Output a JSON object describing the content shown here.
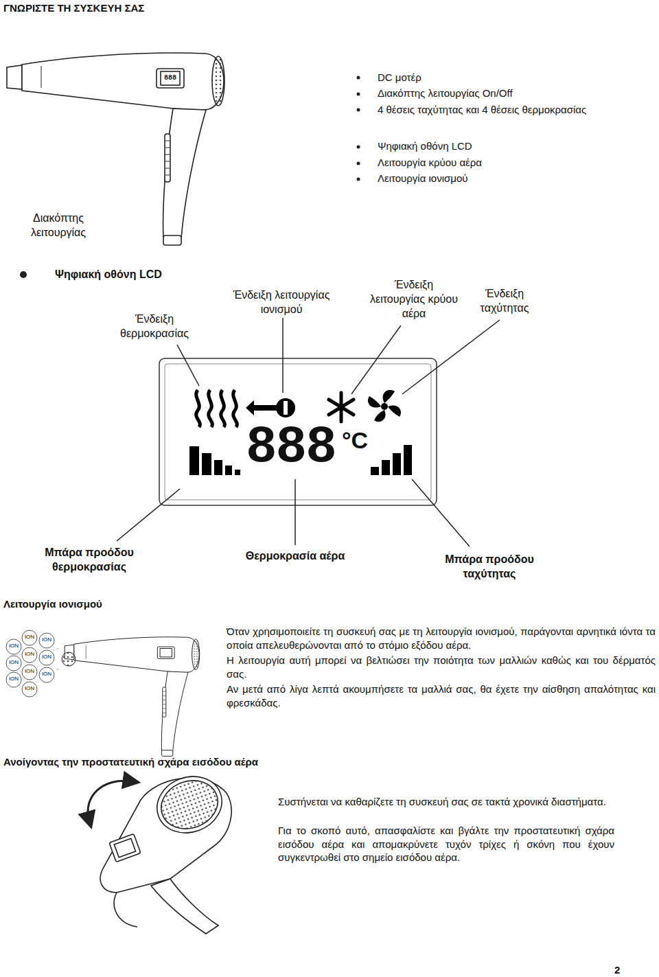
{
  "diagram": {
    "title": "ΓΝΩΡΙΣΤΕ ΤΗ ΣΥΣΚΕΥΗ ΣΑΣ",
    "labels": [
      "DC μοτέρ",
      "Διακόπτης λειτουργίας On/Off",
      "4 θέσεις ταχύτητας και 4 θέσεις θερμοκρασίας",
      "Ψηφιακή οθόνη LCD",
      "Λειτουργία κρύου αέρα",
      "Λειτουργία ιονισμού",
      "Διακόπτης λειτουργίας",
      "Ψηφιακή οθόνη LCD",
      "Ένδειξη θερμοκρασίας",
      "Ένδειξη λειτουργίας ιονισμού",
      "Ένδειξη λειτουργίας κρύου αέρα",
      "Ένδειξη ταχύτητας",
      "888",
      "°C",
      "Μπάρα προόδου θερμοκρασίας",
      "Θερμοκρασία αέρα",
      "Μπάρα προόδου ταχύτητας",
      "Λειτουργία ιονισμού",
      "Όταν χρησιμοποιείτε τη συσκευή σας με τη λειτουργία ιονισμού, παράγονται αρνητικά ιόντα τα οποία απελευθερώνονται από το στόμιο εξόδου αέρα.",
      "Η λειτουργία αυτή μπορεί να βελτιώσει την ποιότητα των μαλλιών καθώς και του δέρματός σας.",
      "Αν μετά από λίγα λεπτά ακουμπήσετε τα μαλλιά σας, θα έχετε την αίσθηση απαλότητας και φρεσκάδας.",
      "ION",
      "ION",
      "ION",
      "ION",
      "ION",
      "ION",
      "ION",
      "ION",
      "ION",
      "ION",
      "Ανοίγοντας την προστατευτική σχάρα εισόδου αέρα",
      "Συστήνεται να καθαρίζετε τη συσκευή σας σε τακτά χρονικά διαστήματα.",
      "Για το σκοπό αυτό, απασφαλίστε και βγάλτε την προστατευτική σχάρα εισόδου αέρα και απομακρύνετε τυχόν τρίχες ή σκόνη που έχουν συγκεντρωθεί στο σημείο εισόδου αέρα.",
      "2",
      "888"
    ]
  }
}
